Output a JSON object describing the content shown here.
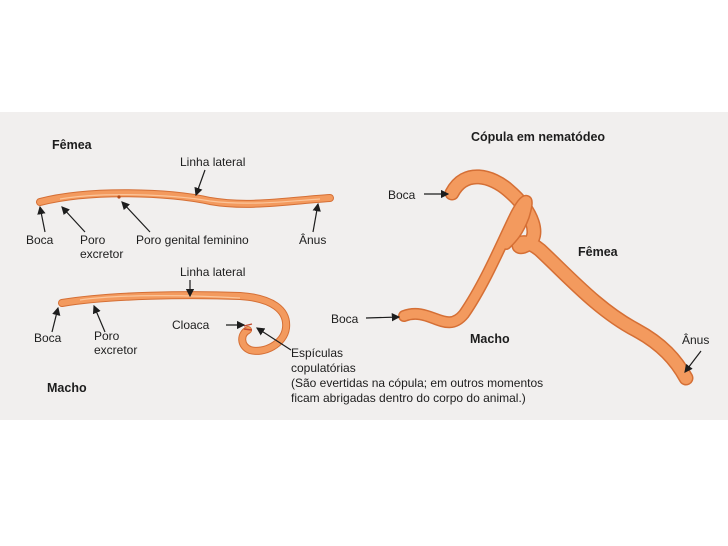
{
  "female_diagram": {
    "title": "Fêmea",
    "labels": {
      "lateral_line": "Linha lateral",
      "mouth": "Boca",
      "pore_line1": "Poro",
      "pore_line2": "excretor",
      "genital_pore": "Poro genital feminino",
      "anus": "Ânus"
    }
  },
  "male_diagram": {
    "title": "Macho",
    "labels": {
      "lateral_line": "Linha lateral",
      "mouth": "Boca",
      "pore_line1": "Poro",
      "pore_line2": "excretor",
      "cloaca": "Cloaca",
      "spicules_line1": "Espículas",
      "spicules_line2": "copulatórias",
      "note_line1": "(São evertidas na cópula; em outros momentos",
      "note_line2": "ficam abrigadas dentro do corpo do animal.)"
    }
  },
  "copulation_diagram": {
    "title": "Cópula em nematódeo",
    "labels": {
      "female_mouth": "Boca",
      "female": "Fêmea",
      "male_mouth": "Boca",
      "male": "Macho",
      "anus": "Ânus"
    }
  },
  "colors": {
    "worm_fill": "#f39a5e",
    "worm_edge": "#d56f35",
    "background": "#f1efee"
  }
}
